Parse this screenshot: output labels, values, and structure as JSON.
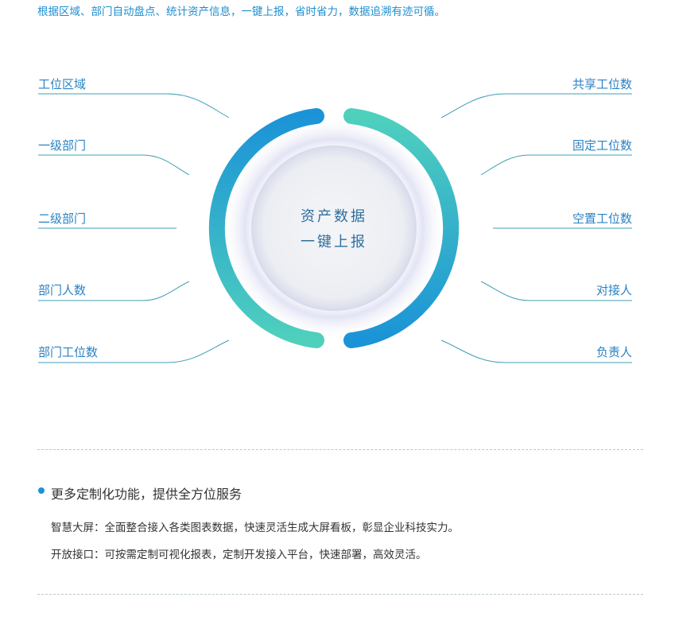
{
  "intro_text": "根据区域、部门自动盘点、统计资产信息，一键上报，省时省力，数据追溯有迹可循。",
  "left_labels": [
    "工位区域",
    "一级部门",
    "二级部门",
    "部门人数",
    "部门工位数"
  ],
  "right_labels": [
    "共享工位数",
    "固定工位数",
    "空置工位数",
    "对接人",
    "负责人"
  ],
  "center": {
    "line1": "资产数据",
    "line2": "一键上报"
  },
  "features": {
    "title": "更多定制化功能，提供全方位服务",
    "lines": [
      "智慧大屏：全面整合接入各类图表数据，快速灵活生成大屏看板，彰显企业科技实力。",
      "开放接口：可按需定制可视化报表，定制开发接入平台，快速部署，高效灵活。"
    ]
  },
  "colors": {
    "accent_blue": "#1b93d7",
    "accent_teal": "#4fd0bd",
    "label_blue": "#2a82c4",
    "connector": "#3f9fb5"
  }
}
